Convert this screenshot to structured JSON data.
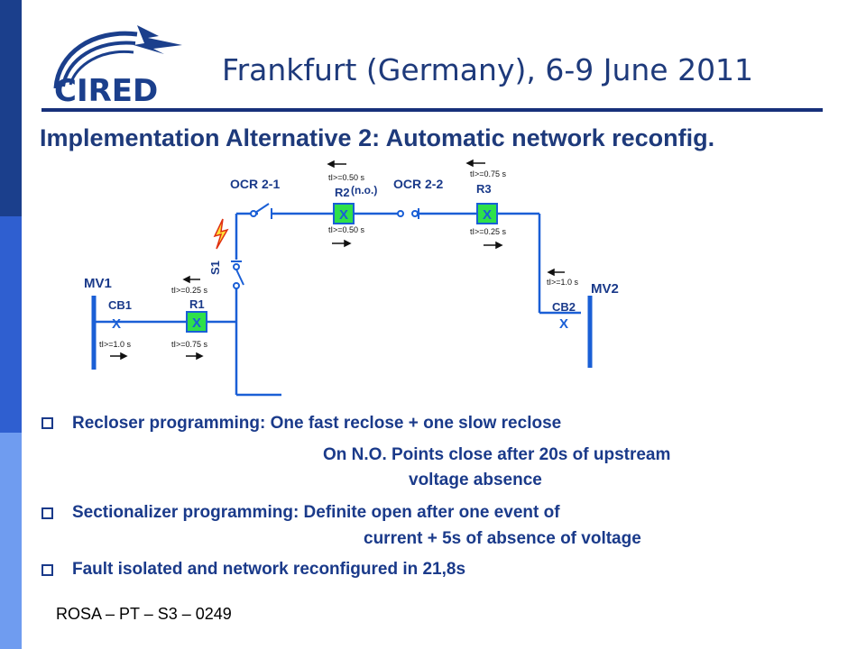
{
  "header": {
    "logo_text": "CIRED",
    "conference": "Frankfurt (Germany), 6-9 June 2011"
  },
  "title": "Implementation Alternative 2: Automatic network reconfig.",
  "diagram": {
    "ocr21": "OCR 2-1",
    "ocr22": "OCR 2-2",
    "r1": "R1",
    "r2": "R2",
    "r2_state": "(n.o.)",
    "r3": "R3",
    "s1": "S1",
    "mv1": "MV1",
    "mv2": "MV2",
    "cb1": "CB1",
    "cb2": "CB2",
    "x": "X",
    "r2_top": "tI>=0.50 s",
    "r2_bot": "tI>=0.50 s",
    "r3_top": "tI>=0.75 s",
    "r3_bot": "tI>=0.25 s",
    "r1_top": "tI>=0.25 s",
    "r1_bot": "tI>=0.75 s",
    "cb1_bot": "tI>=1.0 s",
    "cb2_top": "tI>=1.0 s"
  },
  "bullets": {
    "b1": "Recloser programming: One fast reclose + one slow reclose",
    "b1_cont1": "On N.O. Points close after 20s of upstream",
    "b1_cont2": "voltage absence",
    "b2": "Sectionalizer programming: Definite open after one event of",
    "b2_cont": "current + 5s of absence of voltage",
    "b3": "Fault isolated and network reconfigured in 21,8s"
  },
  "footer": "ROSA – PT – S3 – 0249",
  "colors": {
    "sidebar_dark": "#1b3f8c",
    "sidebar_mid": "#2f5fd0",
    "sidebar_light": "#6f9cf0",
    "title": "#1e3a7b",
    "line": "#1a5fd6",
    "breaker_fill": "#2ee04a",
    "fault": "#e03010"
  },
  "icons": [
    "cired-logo",
    "lightning-fault-icon",
    "arrow-icon",
    "bullet-square-icon"
  ]
}
